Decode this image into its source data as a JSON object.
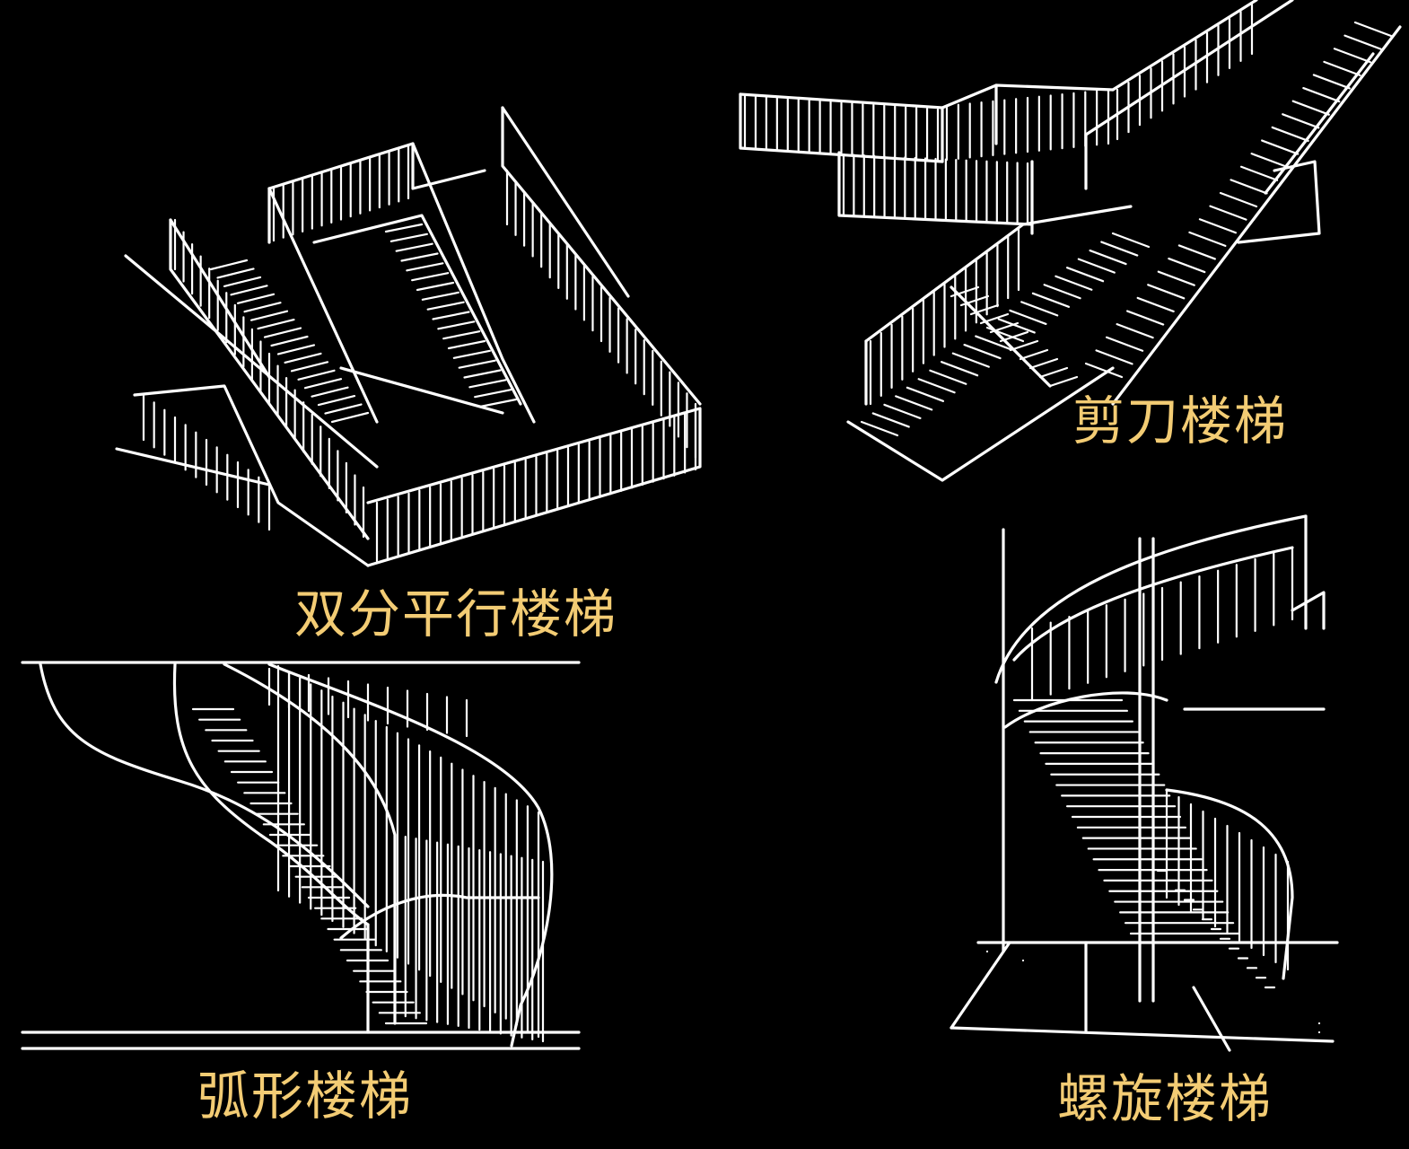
{
  "heading": {
    "number": "",
    "text": ""
  },
  "captions": {
    "double_parallel": "双分平行楼梯",
    "scissor": "剪刀楼梯",
    "curved": "弧形楼梯",
    "spiral": "螺旋楼梯"
  },
  "colors": {
    "background": "#000000",
    "line": "#ffffff",
    "caption": "#f3cc74",
    "heading_number": "#e01a72",
    "heading_text": "#f5f0c8"
  }
}
